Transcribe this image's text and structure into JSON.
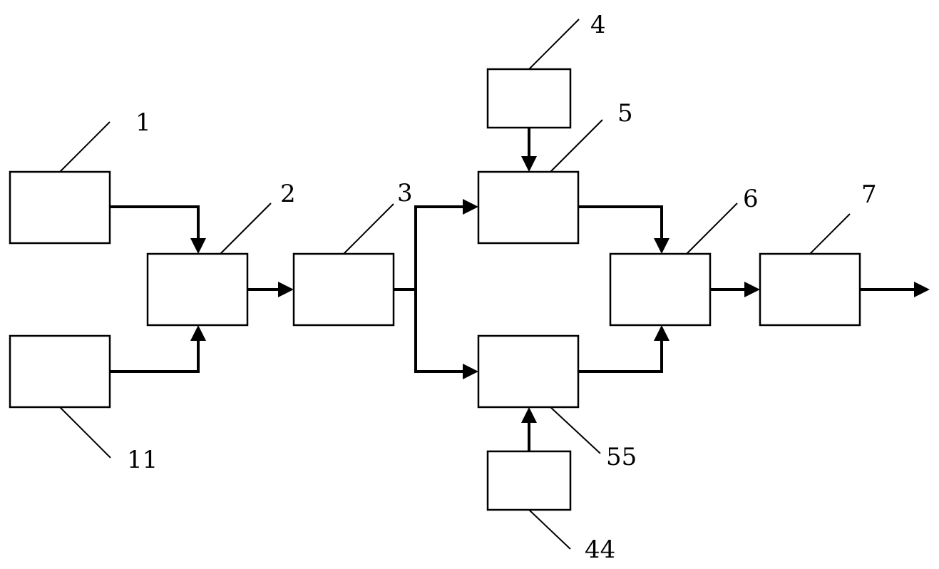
{
  "diagram": {
    "colors": {
      "ink": "#000000",
      "background": "#ffffff"
    },
    "labels": {
      "block_1": "1",
      "block_11": "11",
      "block_2": "2",
      "block_3": "3",
      "block_4": "4",
      "block_5": "5",
      "block_44": "44",
      "block_55": "55",
      "block_6": "6",
      "block_7": "7"
    }
  }
}
